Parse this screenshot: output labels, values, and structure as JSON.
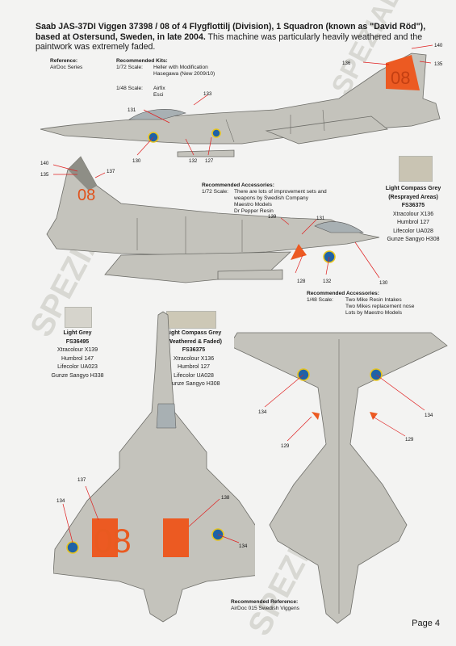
{
  "header": {
    "title_bold": "Saab JAS-37DI Viggen  37398 / 08 of 4 Flygflottilj (Division), 1 Squadron (known as \"David Röd\"), based at Ostersund, Sweden, in late 2004.",
    "title_rest": " This machine was particularly heavily weathered and the paintwork was extremely faded."
  },
  "reference": {
    "label": "Reference:",
    "value": "AirDoc Series"
  },
  "kits": {
    "label": "Recommended Kits:",
    "rows": [
      {
        "scale": "1/72 Scale:",
        "items": "Heller with Modification"
      },
      {
        "scale": "",
        "items": "Hasegawa (New 2009/10)"
      },
      {
        "scale": "1/48 Scale:",
        "items": "Airfix"
      },
      {
        "scale": "",
        "items": "Esci"
      }
    ]
  },
  "accessories_72": {
    "label": "Recommended Accessories:",
    "scale": "1/72 Scale:",
    "lines": [
      "There are lots of improvement sets and",
      "weapons by Swedish Company",
      "Maestro Models",
      "Dr Pepper Resin"
    ]
  },
  "accessories_48": {
    "label": "Recommended Accessories:",
    "scale": "1/48 Scale:",
    "lines": [
      "Two Mike Resin Intakes",
      "Two Mikes replacement nose",
      "Lots by Maestro Models"
    ]
  },
  "colours": {
    "resprayed": {
      "name": "Light Compass Grey",
      "sub": "(Resprayed Areas)",
      "fs": "FS36375",
      "x": "Xtracolour X136",
      "h": "Humbrol 127",
      "l": "Lifecolor UA028",
      "g": "Gunze Sangyo H308",
      "hex": "#c9c4b3"
    },
    "light_grey": {
      "name": "Light Grey",
      "fs": "FS36495",
      "x": "Xtracolour X139",
      "h": "Humbrol 147",
      "l": "Lifecolor UA023",
      "g": "Gunze Sangyo H338",
      "hex": "#d6d4cc"
    },
    "faded": {
      "name": "Light Compass Grey",
      "sub": "(Weathered & Faded)",
      "fs": "FS36375",
      "x": "Xtracolour X136",
      "h": "Humbrol 127",
      "l": "Lifecolor UA028",
      "g": "Gunze Sangyo H308",
      "hex": "#cdc8b6"
    }
  },
  "callouts": {
    "n140a": "140",
    "n136a": "136",
    "n135a": "135",
    "n133": "133",
    "n131a": "131",
    "n130a": "130",
    "n132a": "132",
    "n127a": "127",
    "n140b": "140",
    "n135b": "135",
    "n137a": "137",
    "n139": "139",
    "n131b": "131",
    "n128": "128",
    "n132b": "132",
    "n130b": "130",
    "n137b": "137",
    "n134a": "134",
    "n138": "138",
    "n134b": "134",
    "n134c": "134",
    "n134d": "134",
    "n129a": "129",
    "n129b": "129"
  },
  "markings": {
    "code": "08",
    "code_colour": "#ec5a22",
    "roundel_blue": "#1f62a6",
    "roundel_yellow": "#e9c51c"
  },
  "footer": {
    "ref_label": "Recommended Reference:",
    "ref_value": "AirDoc 015 Swedish Viggens",
    "page": "Page 4"
  }
}
